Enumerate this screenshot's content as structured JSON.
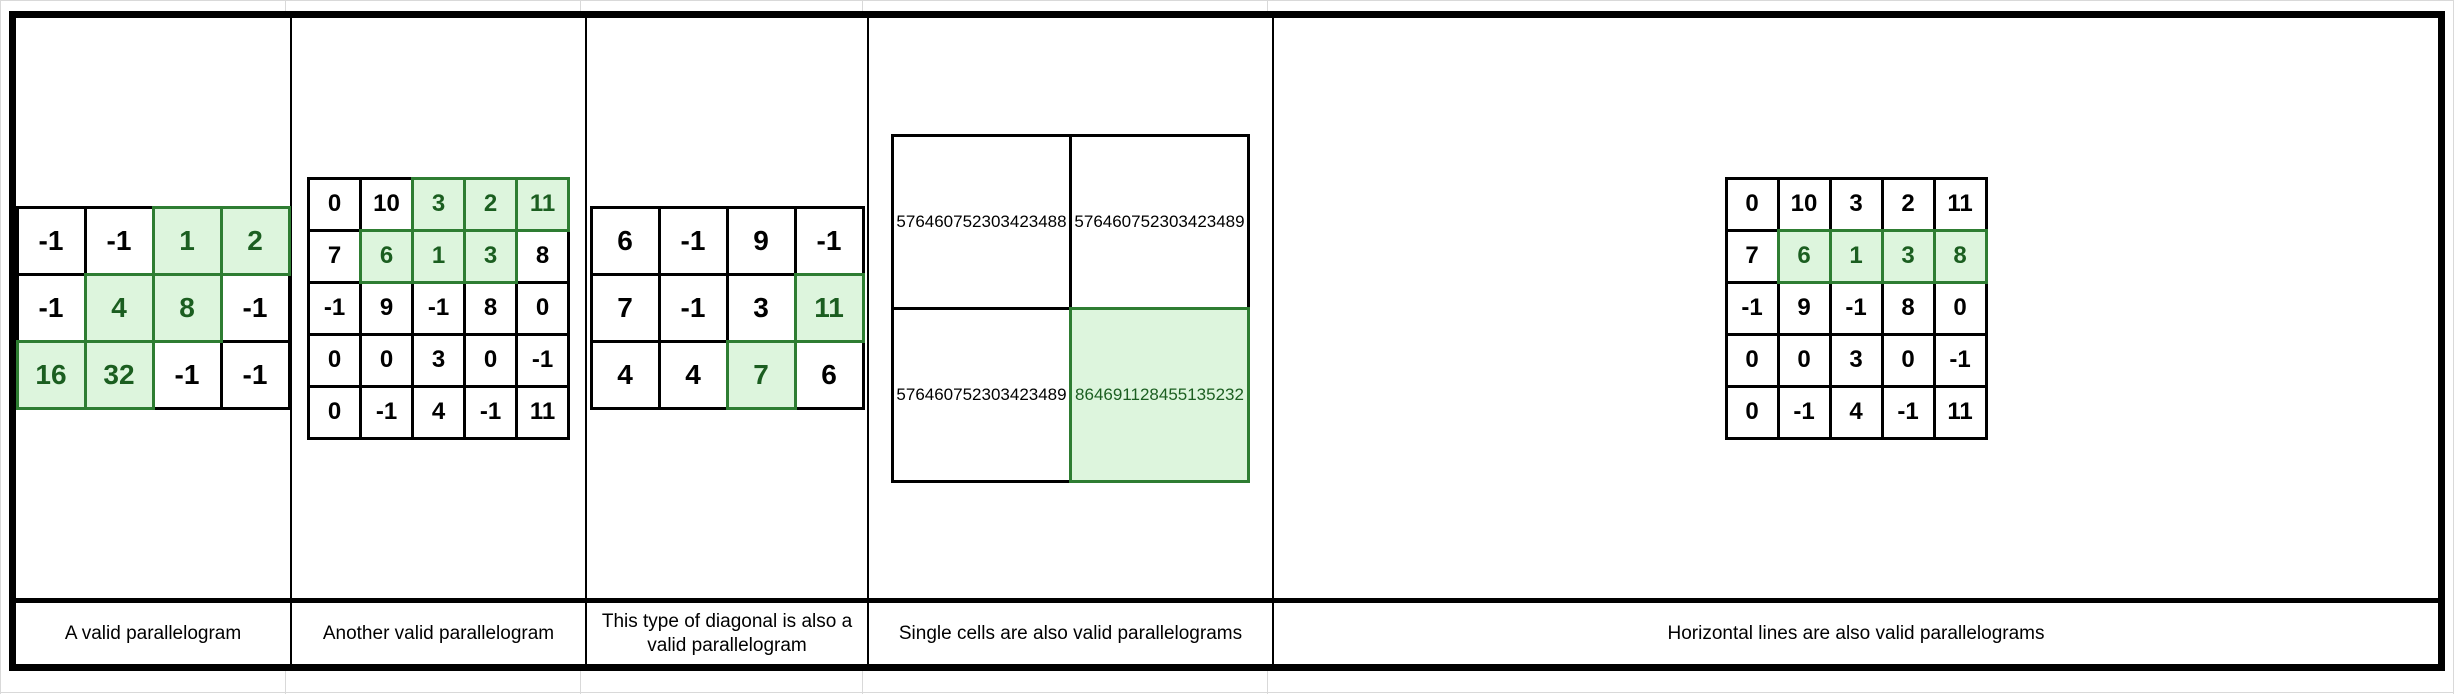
{
  "figure": {
    "panel_count": 5,
    "accent_green_border": "#2e7d32",
    "accent_green_fill": "#ddf5dd",
    "accent_green_text": "#1b5e20",
    "grid_border": "#000000"
  },
  "panels": [
    {
      "id": "panel-1",
      "caption": "A valid parallelogram",
      "grid": {
        "rows": 3,
        "cols": 4,
        "size": "small",
        "values": [
          [
            "-1",
            "-1",
            "1",
            "2"
          ],
          [
            "-1",
            "4",
            "8",
            "-1"
          ],
          [
            "16",
            "32",
            "-1",
            "-1"
          ]
        ],
        "highlighted": [
          [
            0,
            2
          ],
          [
            0,
            3
          ],
          [
            1,
            1
          ],
          [
            1,
            2
          ],
          [
            2,
            0
          ],
          [
            2,
            1
          ]
        ]
      }
    },
    {
      "id": "panel-2",
      "caption": "Another valid parallelogram",
      "grid": {
        "rows": 5,
        "cols": 5,
        "size": "med",
        "values": [
          [
            "0",
            "10",
            "3",
            "2",
            "11"
          ],
          [
            "7",
            "6",
            "1",
            "3",
            "8"
          ],
          [
            "-1",
            "9",
            "-1",
            "8",
            "0"
          ],
          [
            "0",
            "0",
            "3",
            "0",
            "-1"
          ],
          [
            "0",
            "-1",
            "4",
            "-1",
            "11"
          ]
        ],
        "highlighted": [
          [
            0,
            2
          ],
          [
            0,
            3
          ],
          [
            0,
            4
          ],
          [
            1,
            1
          ],
          [
            1,
            2
          ],
          [
            1,
            3
          ]
        ]
      }
    },
    {
      "id": "panel-3",
      "caption": "This type of diagonal is also a valid parallelogram",
      "grid": {
        "rows": 3,
        "cols": 4,
        "size": "small",
        "values": [
          [
            "6",
            "-1",
            "9",
            "-1"
          ],
          [
            "7",
            "-1",
            "3",
            "11"
          ],
          [
            "4",
            "4",
            "7",
            "6"
          ]
        ],
        "highlighted": [
          [
            1,
            3
          ],
          [
            2,
            2
          ]
        ]
      }
    },
    {
      "id": "panel-4",
      "caption": "Single cells are also valid parallelograms",
      "grid": {
        "rows": 2,
        "cols": 2,
        "size": "big",
        "values": [
          [
            "576460752303423488",
            "576460752303423489"
          ],
          [
            "576460752303423489",
            "864691128455135232"
          ]
        ],
        "highlighted": [
          [
            1,
            1
          ]
        ]
      }
    },
    {
      "id": "panel-5",
      "caption": "Horizontal lines are also valid parallelograms",
      "grid": {
        "rows": 5,
        "cols": 5,
        "size": "med",
        "values": [
          [
            "0",
            "10",
            "3",
            "2",
            "11"
          ],
          [
            "7",
            "6",
            "1",
            "3",
            "8"
          ],
          [
            "-1",
            "9",
            "-1",
            "8",
            "0"
          ],
          [
            "0",
            "0",
            "3",
            "0",
            "-1"
          ],
          [
            "0",
            "-1",
            "4",
            "-1",
            "11"
          ]
        ],
        "highlighted": [
          [
            1,
            1
          ],
          [
            1,
            2
          ],
          [
            1,
            3
          ],
          [
            1,
            4
          ]
        ]
      }
    }
  ]
}
